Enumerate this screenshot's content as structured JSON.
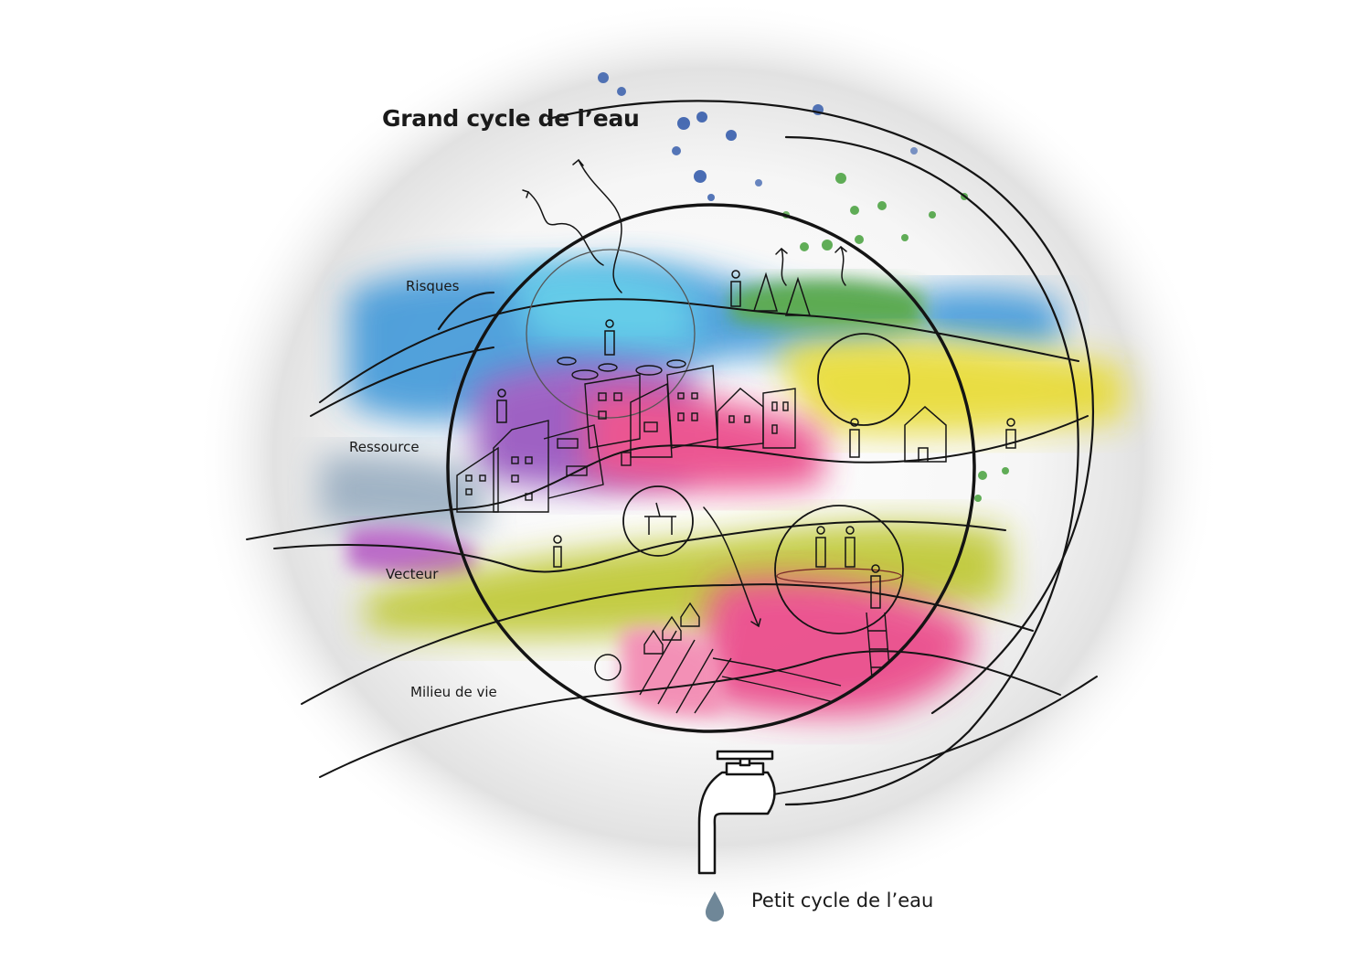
{
  "title": "Grand cycle de l’eau",
  "bands": {
    "risques": "Risques",
    "ressource": "Ressource",
    "vecteur": "Vecteur",
    "milieu": "Milieu de vie"
  },
  "footer": "Petit cycle de l’eau",
  "colors": {
    "blue": "#2f8fd6",
    "cyan": "#45c3e6",
    "yellow": "#e6d81f",
    "olive": "#b8c21a",
    "magenta": "#e8317a",
    "purple": "#8a3fb8",
    "green": "#3a9a2e",
    "drop": "#6f8798",
    "ink": "#141414",
    "rain_blue": "#2c55a8"
  }
}
